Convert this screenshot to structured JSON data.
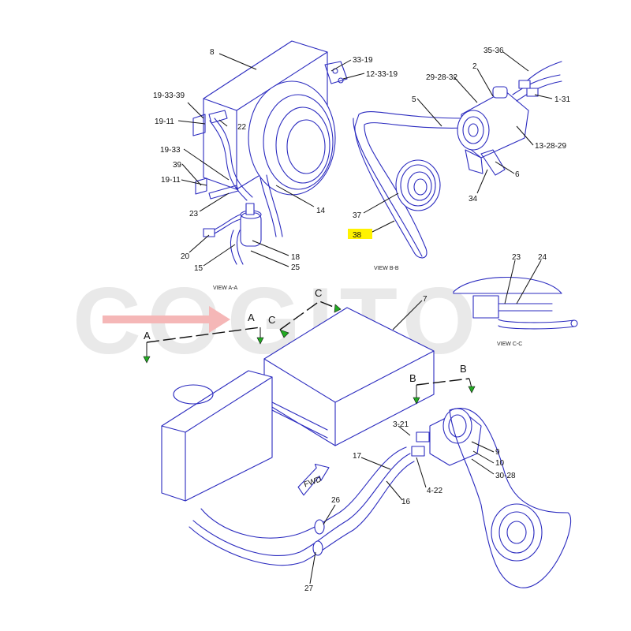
{
  "watermark": {
    "text": "COGITO",
    "arrow_color": "#f5b7b7"
  },
  "highlight_color": "#fff200",
  "line_color": "#2b2bbf",
  "views": {
    "view_aa": "VIEW A-A",
    "view_bb": "VIEW B-B",
    "view_cc": "VIEW C-C"
  },
  "section_markers": {
    "a_left": "A",
    "a_right": "A",
    "c_left": "C",
    "c_right": "C",
    "b_left": "B",
    "b_right": "B"
  },
  "fwd": "FWD",
  "callouts": {
    "c8": "8",
    "c33_19": "33-19",
    "c12_33_19": "12-33-19",
    "c19_33_39": "19-33-39",
    "c19_11_a": "19-11",
    "c22": "22",
    "c19_33": "19-33",
    "c39": "39",
    "c19_11_b": "19-11",
    "c23_a": "23",
    "c14": "14",
    "c20": "20",
    "c18": "18",
    "c15": "15",
    "c25": "25",
    "c35_36": "35-36",
    "c2": "2",
    "c29_28_32": "29-28-32",
    "c5": "5",
    "c1_31": "1-31",
    "c13_28_29": "13-28-29",
    "c6": "6",
    "c34": "34",
    "c37": "37",
    "c38": "38",
    "c7": "7",
    "c23_b": "23",
    "c24": "24",
    "c3_21": "3-21",
    "c9": "9",
    "c10": "10",
    "c30_28": "30-28",
    "c4_22": "4-22",
    "c17": "17",
    "c16": "16",
    "c26": "26",
    "c27": "27"
  }
}
